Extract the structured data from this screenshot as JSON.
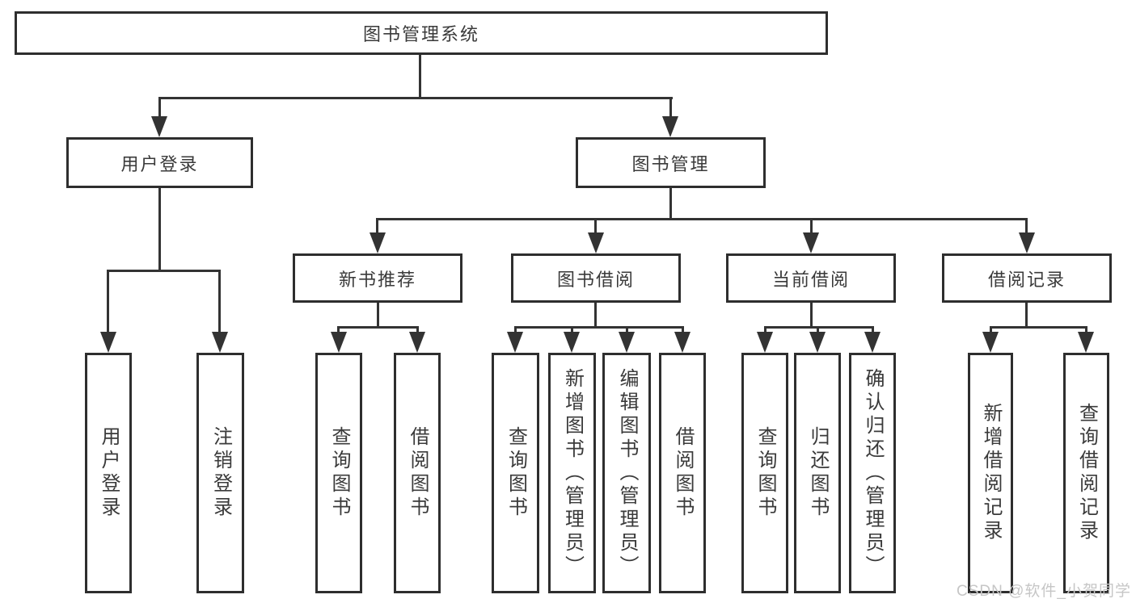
{
  "diagram": {
    "root": {
      "label": "图书管理系统"
    },
    "level2": {
      "user_login": {
        "label": "用户登录"
      },
      "book_mgmt": {
        "label": "图书管理"
      }
    },
    "level3": {
      "new_book_rec": {
        "label": "新书推荐"
      },
      "book_borrow": {
        "label": "图书借阅"
      },
      "current_borrow": {
        "label": "当前借阅"
      },
      "borrow_record": {
        "label": "借阅记录"
      }
    },
    "leaves": {
      "user_login": {
        "label": "用户登录"
      },
      "logout": {
        "label": "注销登录"
      },
      "newrec_query_book": {
        "label": "查询图书"
      },
      "newrec_borrow_book": {
        "label": "借阅图书"
      },
      "borrow_query_book": {
        "label": "查询图书"
      },
      "borrow_add_book": {
        "label": "新增图书（管理员）"
      },
      "borrow_edit_book": {
        "label": "编辑图书（管理员）"
      },
      "borrow_borrow_book": {
        "label": "借阅图书"
      },
      "current_query_book": {
        "label": "查询图书"
      },
      "current_return_book": {
        "label": "归还图书"
      },
      "current_confirm_return": {
        "label": "确认归还（管理员）"
      },
      "record_add": {
        "label": "新增借阅记录"
      },
      "record_query": {
        "label": "查询借阅记录"
      }
    },
    "watermark": "CSDN @软件_小贺同学",
    "colors": {
      "line": "#333333",
      "border": "#2e2e2e",
      "text": "#3a3a3a",
      "background": "#ffffff",
      "watermark": "#c6c6c6"
    }
  }
}
